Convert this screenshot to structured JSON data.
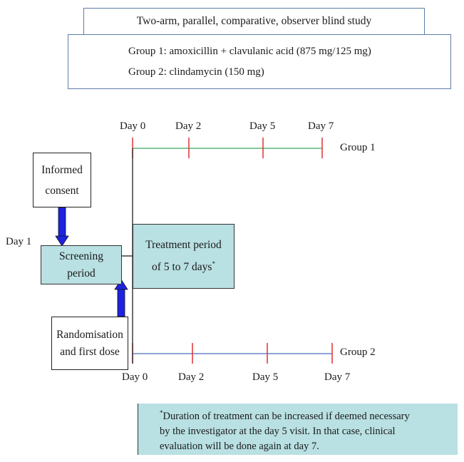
{
  "design": {
    "title": "Two-arm, parallel, comparative, observer blind study",
    "group1": "Group 1: amoxicillin + clavulanic acid (875 mg/125 mg)",
    "group2": "Group 2: clindamycin (150 mg)"
  },
  "flow": {
    "informed_consent_line1": "Informed",
    "informed_consent_line2": "consent",
    "day1_label": "Day 1",
    "screening_line1": "Screening",
    "screening_line2": "period",
    "randomisation_line1": "Randomisation",
    "randomisation_line2": "and first dose",
    "treatment_line1": "Treatment period",
    "treatment_line2": "of 5 to 7 days",
    "treatment_mark": "*"
  },
  "timeline_top": {
    "group": "Group 1",
    "color": "#5bb57a",
    "days": [
      "Day 0",
      "Day 2",
      "Day 5",
      "Day 7"
    ]
  },
  "timeline_bottom": {
    "group": "Group 2",
    "color": "#6a86c8",
    "days": [
      "Day 0",
      "Day 2",
      "Day 5",
      "Day 7"
    ]
  },
  "tick_color": "#e03030",
  "arrow_color": "#1e22e0",
  "footnote": {
    "mark": "*",
    "line1": "Duration of treatment can be increased if deemed necessary",
    "line2": "by the investigator at the day 5 visit. In that case, clinical",
    "line3": "evaluation will be done again at day 7."
  }
}
